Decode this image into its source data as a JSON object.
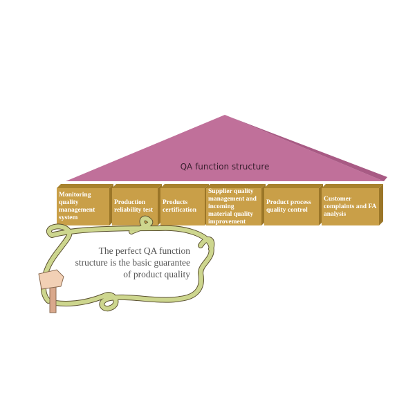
{
  "title": "QA function structure",
  "blocks": [
    "Monitoring quality management system",
    "Production reliability test",
    "Products certification",
    "Supplier quality management and incoming material quality improvement",
    "Product process quality control",
    "Customer complaints and FA analysis"
  ],
  "note": "The perfect QA function structure is the basic guarantee of product quality",
  "colors": {
    "roof": "#c0709a",
    "roof_dark": "#a85a84",
    "block": "#c99f48",
    "block_top": "#a8822e",
    "ribbon": "#cdd68e"
  }
}
